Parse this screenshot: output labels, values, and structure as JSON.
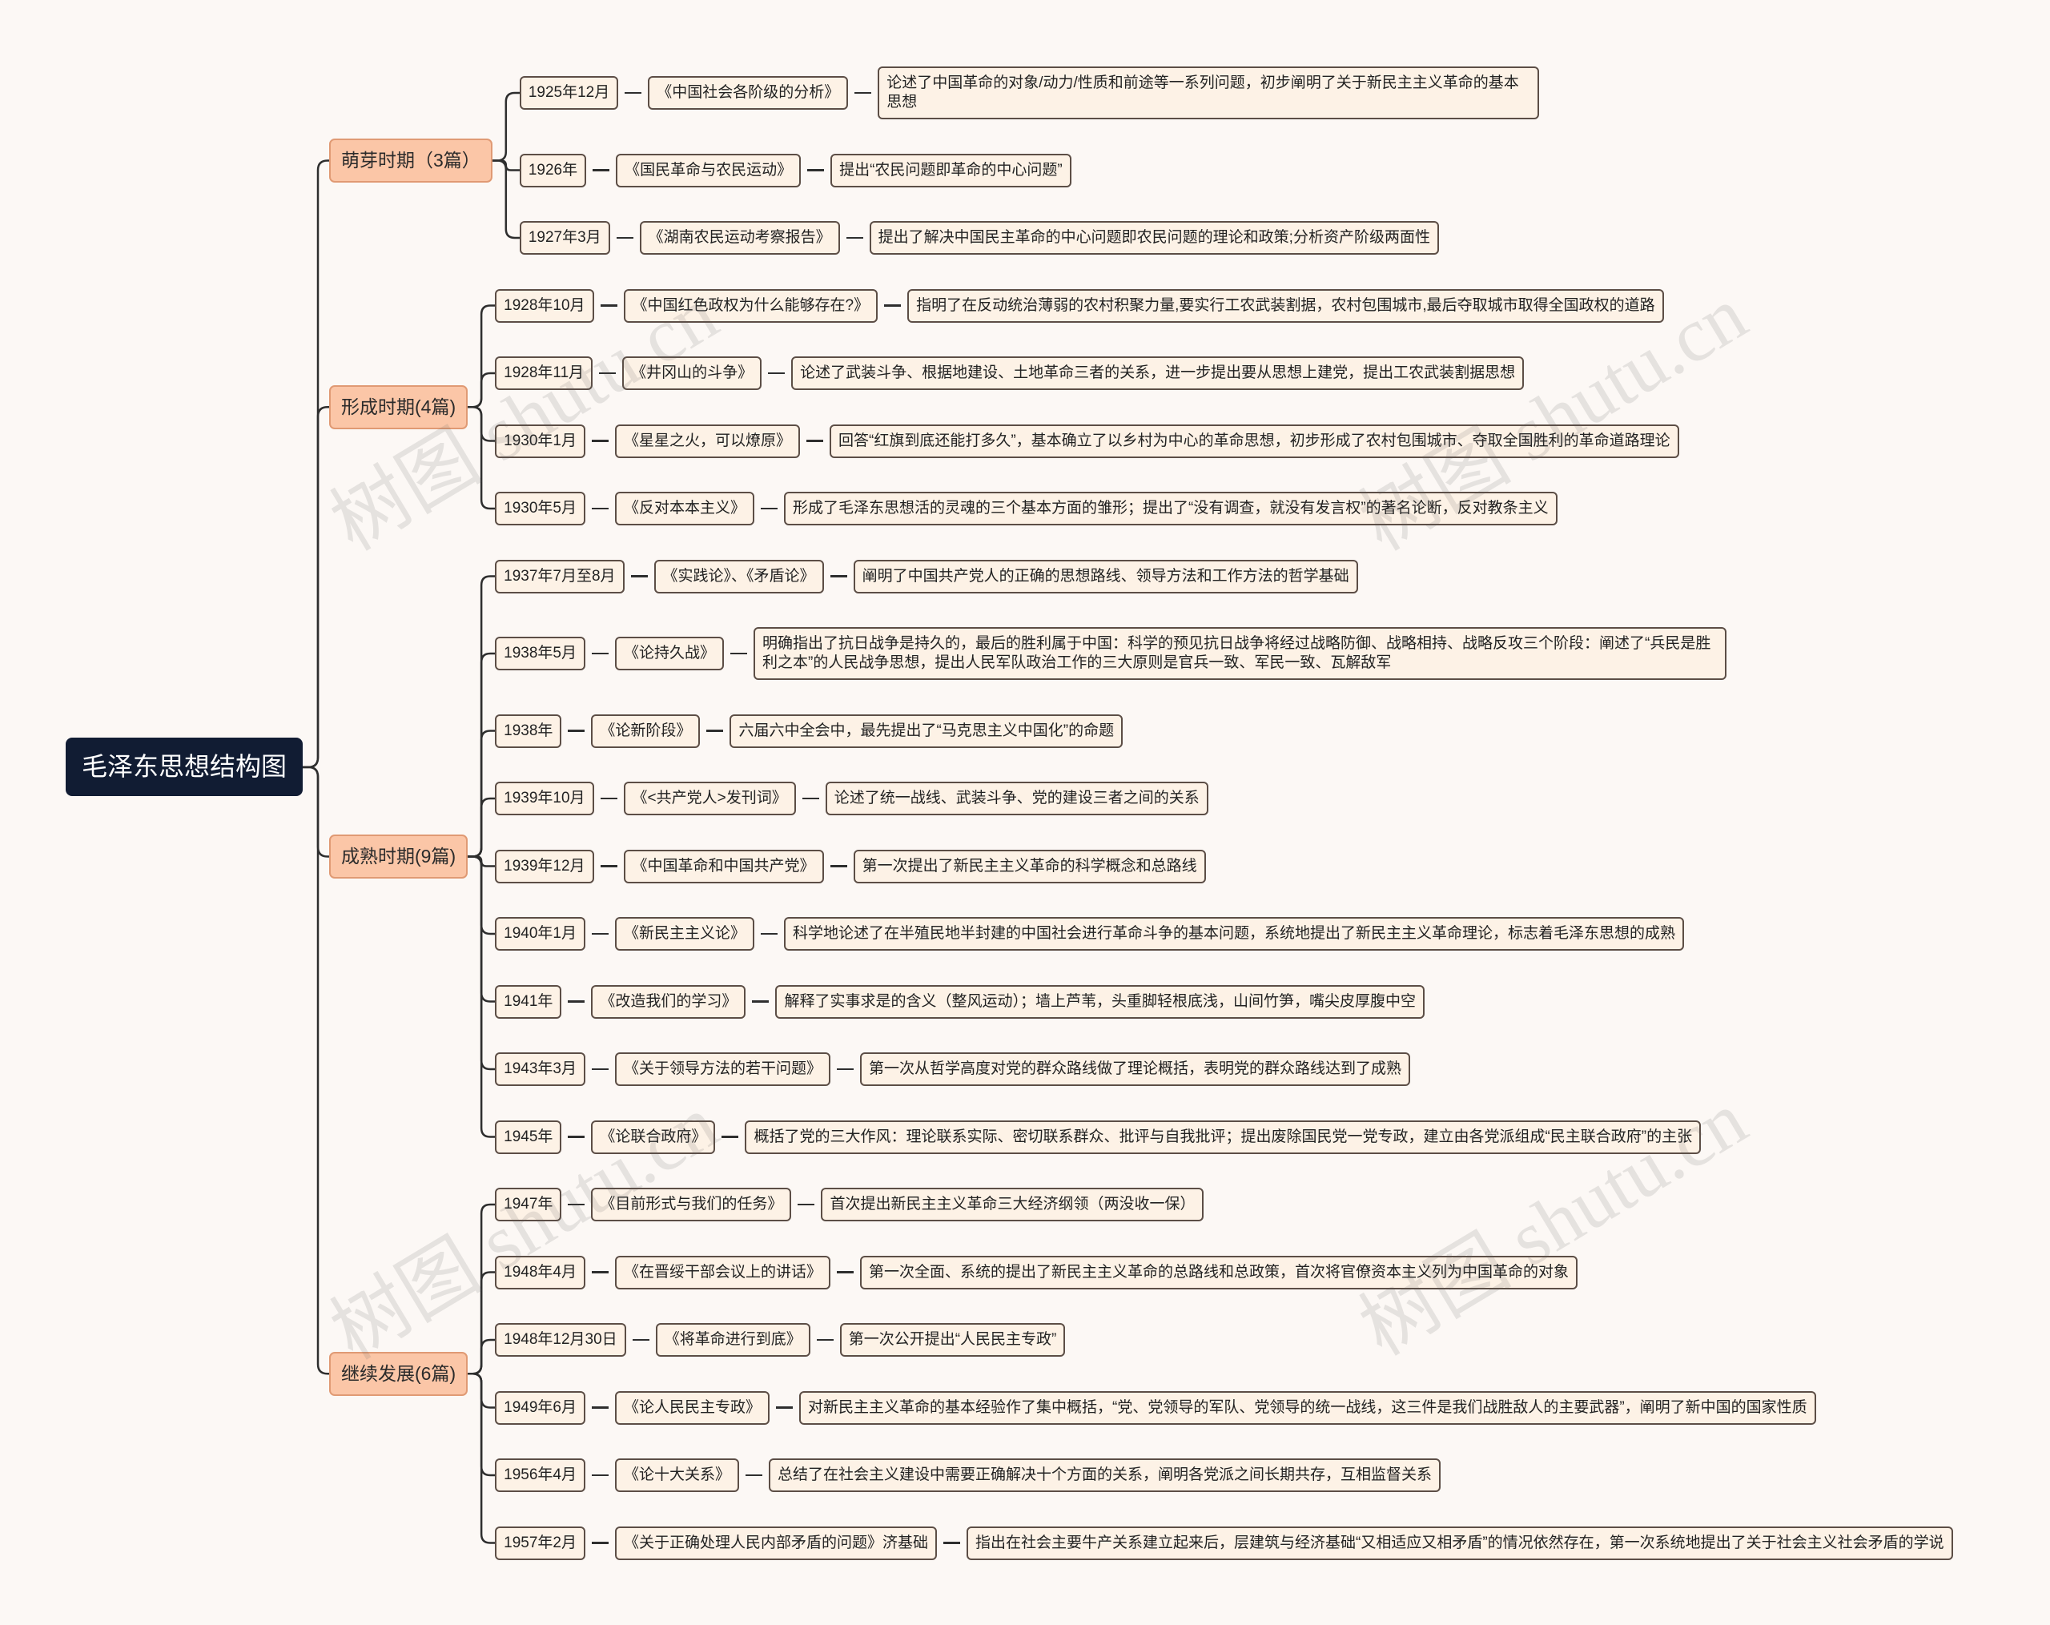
{
  "title": "毛泽东思想结构图",
  "watermark": "树图 shutu.cn",
  "colors": {
    "background": "#fcf8f5",
    "root_fill": "#111c33",
    "root_text": "#ffffff",
    "branch_fill": "#fbc6a7",
    "branch_border": "#e09a74",
    "node_fill": "#fdf2e6",
    "node_border": "#5c4e46",
    "line": "#2e2e2e",
    "text": "#222222"
  },
  "branches": [
    {
      "label": "萌芽时期（3篇）",
      "items": [
        {
          "date": "1925年12月",
          "work": "《中国社会各阶级的分析》",
          "summary": "论述了中国革命的对象/动力/性质和前途等一系列问题，初步阐明了关于新民主主义革命的基本思想"
        },
        {
          "date": "1926年",
          "work": "《国民革命与农民运动》",
          "summary": "提出“农民问题即革命的中心问题”"
        },
        {
          "date": "1927年3月",
          "work": "《湖南农民运动考察报告》",
          "summary": "提出了解决中国民主革命的中心问题即农民问题的理论和政策;分析资产阶级两面性"
        }
      ]
    },
    {
      "label": "形成时期(4篇)",
      "items": [
        {
          "date": "1928年10月",
          "work": "《中国红色政权为什么能够存在?》",
          "summary": "指明了在反动统治薄弱的农村积聚力量,要实行工农武装割据，农村包围城市,最后夺取城市取得全国政权的道路"
        },
        {
          "date": "1928年11月",
          "work": "《井冈山的斗争》",
          "summary": "论述了武装斗争、根据地建设、土地革命三者的关系，进一步提出要从思想上建党，提出工农武装割据思想"
        },
        {
          "date": "1930年1月",
          "work": "《星星之火，可以燎原》",
          "summary": "回答“红旗到底还能打多久”，基本确立了以乡村为中心的革命思想，初步形成了农村包围城市、夺取全国胜利的革命道路理论"
        },
        {
          "date": "1930年5月",
          "work": "《反对本本主义》",
          "summary": "形成了毛泽东思想活的灵魂的三个基本方面的雏形；提出了“没有调查，就没有发言权”的著名论断，反对教条主义"
        }
      ]
    },
    {
      "label": "成熟时期(9篇)",
      "items": [
        {
          "date": "1937年7月至8月",
          "work": "《实践论》、《矛盾论》",
          "summary": "阐明了中国共产党人的正确的思想路线、领导方法和工作方法的哲学基础"
        },
        {
          "date": "1938年5月",
          "work": "《论持久战》",
          "summary": "明确指出了抗日战争是持久的，最后的胜利属于中国：科学的预见抗日战争将经过战略防御、战略相持、战略反攻三个阶段：阐述了“兵民是胜利之本”的人民战争思想，提出人民军队政治工作的三大原则是官兵一致、军民一致、瓦解敌军"
        },
        {
          "date": "1938年",
          "work": "《论新阶段》",
          "summary": "六届六中全会中，最先提出了“马克思主义中国化”的命题"
        },
        {
          "date": "1939年10月",
          "work": "《<共产党人>发刊词》",
          "summary": "论述了统一战线、武装斗争、党的建设三者之间的关系"
        },
        {
          "date": "1939年12月",
          "work": "《中国革命和中国共产党》",
          "summary": "第一次提出了新民主主义革命的科学概念和总路线"
        },
        {
          "date": "1940年1月",
          "work": "《新民主主义论》",
          "summary": "科学地论述了在半殖民地半封建的中国社会进行革命斗争的基本问题，系统地提出了新民主主义革命理论，标志着毛泽东思想的成熟"
        },
        {
          "date": "1941年",
          "work": "《改造我们的学习》",
          "summary": "解释了实事求是的含义（整风运动）；墙上芦苇，头重脚轻根底浅，山间竹笋，嘴尖皮厚腹中空"
        },
        {
          "date": "1943年3月",
          "work": "《关于领导方法的若干问题》",
          "summary": "第一次从哲学高度对党的群众路线做了理论概括，表明党的群众路线达到了成熟"
        },
        {
          "date": "1945年",
          "work": "《论联合政府》",
          "summary": "概括了党的三大作风：理论联系实际、密切联系群众、批评与自我批评；提出废除国民党一党专政，建立由各党派组成“民主联合政府”的主张"
        }
      ]
    },
    {
      "label": "继续发展(6篇)",
      "items": [
        {
          "date": "1947年",
          "work": "《目前形式与我们的任务》",
          "summary": "首次提出新民主主义革命三大经济纲领（两没收一保）"
        },
        {
          "date": "1948年4月",
          "work": "《在晋绥干部会议上的讲话》",
          "summary": "第一次全面、系统的提出了新民主主义革命的总路线和总政策，首次将官僚资本主义列为中国革命的对象"
        },
        {
          "date": "1948年12月30日",
          "work": "《将革命进行到底》",
          "summary": "第一次公开提出“人民民主专政”"
        },
        {
          "date": "1949年6月",
          "work": "《论人民民主专政》",
          "summary": "对新民主主义革命的基本经验作了集中概括，“党、党领导的军队、党领导的统一战线，这三件是我们战胜敌人的主要武器”，阐明了新中国的国家性质"
        },
        {
          "date": "1956年4月",
          "work": "《论十大关系》",
          "summary": "总结了在社会主义建设中需要正确解决十个方面的关系，阐明各党派之间长期共存，互相监督关系"
        },
        {
          "date": "1957年2月",
          "work": "《关于正确处理人民内部矛盾的问题》济基础",
          "summary": "指出在社会主要牛产关系建立起来后，层建筑与经济基础“又相适应又相矛盾”的情况依然存在，第一次系统地提出了关于社会主义社会矛盾的学说"
        }
      ]
    }
  ]
}
